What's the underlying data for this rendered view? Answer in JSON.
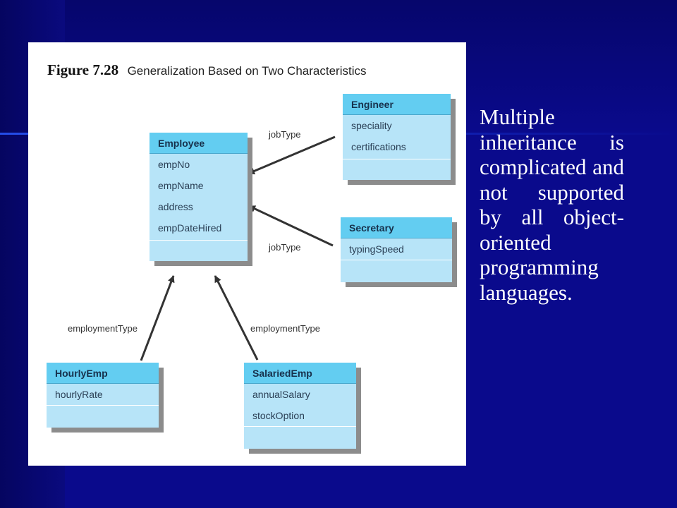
{
  "figure": {
    "number": "Figure 7.28",
    "title": "Generalization Based on Two Characteristics"
  },
  "classes": {
    "employee": {
      "name": "Employee",
      "attributes": [
        "empNo",
        "empName",
        "address",
        "empDateHired"
      ]
    },
    "engineer": {
      "name": "Engineer",
      "attributes": [
        "speciality",
        "certifications"
      ]
    },
    "secretary": {
      "name": "Secretary",
      "attributes": [
        "typingSpeed"
      ]
    },
    "hourly_emp": {
      "name": "HourlyEmp",
      "attributes": [
        "hourlyRate"
      ]
    },
    "salaried_emp": {
      "name": "SalariedEmp",
      "attributes": [
        "annualSalary",
        "stockOption"
      ]
    }
  },
  "edges": [
    {
      "from": "Engineer",
      "to": "Employee",
      "label": "jobType"
    },
    {
      "from": "Secretary",
      "to": "Employee",
      "label": "jobType"
    },
    {
      "from": "HourlyEmp",
      "to": "Employee",
      "label": "employmentType"
    },
    {
      "from": "SalariedEmp",
      "to": "Employee",
      "label": "employmentType"
    }
  ],
  "slide_text": "Multiple inheritance is complicated and not supported by all object-oriented programming languages.",
  "colors": {
    "background": "#0a0a8c",
    "class_header": "#63cdf1",
    "class_body": "#b7e4f8"
  }
}
